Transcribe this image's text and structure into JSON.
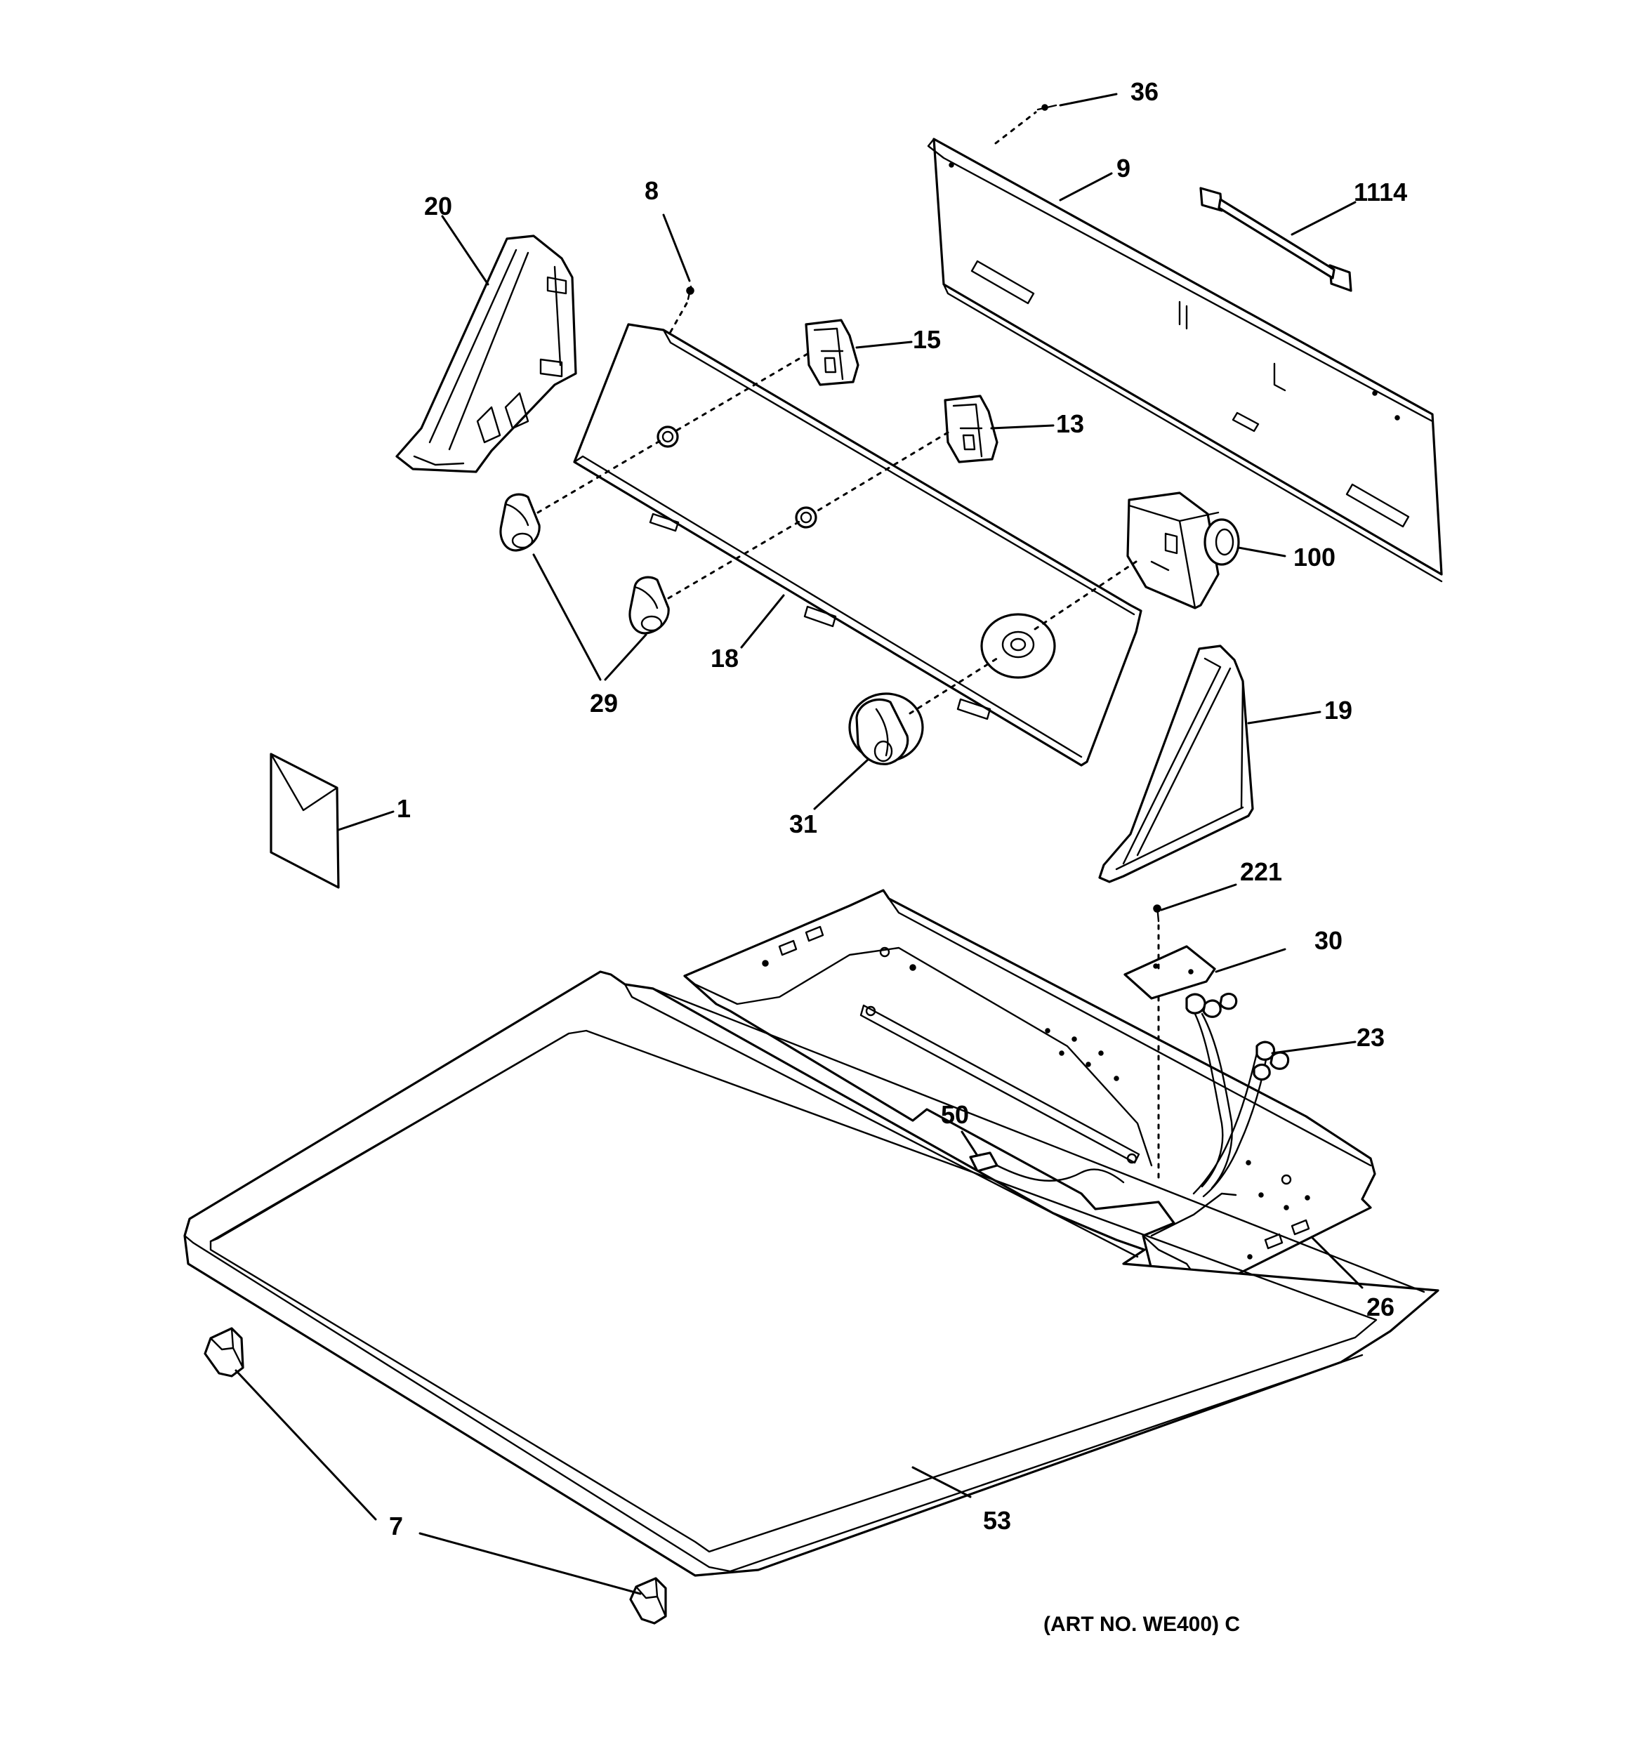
{
  "diagram": {
    "callouts": [
      {
        "id": "c36",
        "label": "36"
      },
      {
        "id": "c9",
        "label": "9"
      },
      {
        "id": "c1114",
        "label": "1114"
      },
      {
        "id": "c8",
        "label": "8"
      },
      {
        "id": "c20",
        "label": "20"
      },
      {
        "id": "c15",
        "label": "15"
      },
      {
        "id": "c13",
        "label": "13"
      },
      {
        "id": "c100",
        "label": "100"
      },
      {
        "id": "c18",
        "label": "18"
      },
      {
        "id": "c29",
        "label": "29"
      },
      {
        "id": "c19",
        "label": "19"
      },
      {
        "id": "c1",
        "label": "1"
      },
      {
        "id": "c31",
        "label": "31"
      },
      {
        "id": "c221",
        "label": "221"
      },
      {
        "id": "c30",
        "label": "30"
      },
      {
        "id": "c23",
        "label": "23"
      },
      {
        "id": "c50",
        "label": "50"
      },
      {
        "id": "c26",
        "label": "26"
      },
      {
        "id": "c7",
        "label": "7"
      },
      {
        "id": "c53",
        "label": "53"
      }
    ],
    "art_number": "(ART NO. WE400) C"
  }
}
